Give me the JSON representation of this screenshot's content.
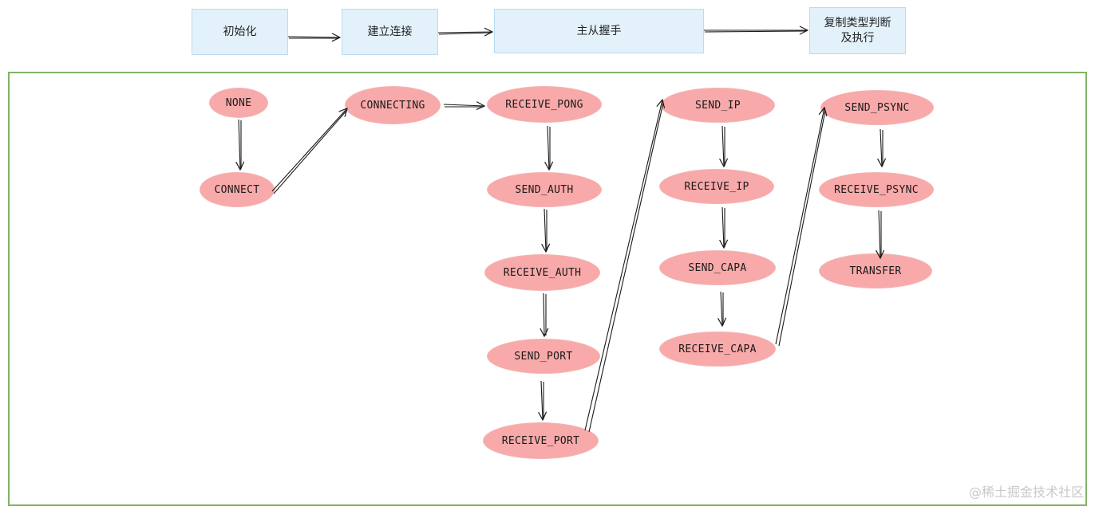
{
  "phases": [
    {
      "label": "初始化"
    },
    {
      "label": "建立连接"
    },
    {
      "label": "主从握手"
    },
    {
      "label": "复制类型判断\n及执行"
    }
  ],
  "states": {
    "none": "NONE",
    "connect": "CONNECT",
    "connecting": "CONNECTING",
    "receive_pong": "RECEIVE_PONG",
    "send_auth": "SEND_AUTH",
    "receive_auth": "RECEIVE_AUTH",
    "send_port": "SEND_PORT",
    "receive_port": "RECEIVE_PORT",
    "send_ip": "SEND_IP",
    "receive_ip": "RECEIVE_IP",
    "send_capa": "SEND_CAPA",
    "receive_capa": "RECEIVE_CAPA",
    "send_psync": "SEND_PSYNC",
    "receive_psync": "RECEIVE_PSYNC",
    "transfer": "TRANSFER"
  },
  "transitions": [
    [
      "初始化",
      "建立连接"
    ],
    [
      "建立连接",
      "主从握手"
    ],
    [
      "主从握手",
      "复制类型判断及执行"
    ],
    [
      "NONE",
      "CONNECT"
    ],
    [
      "CONNECT",
      "CONNECTING"
    ],
    [
      "CONNECTING",
      "RECEIVE_PONG"
    ],
    [
      "RECEIVE_PONG",
      "SEND_AUTH"
    ],
    [
      "SEND_AUTH",
      "RECEIVE_AUTH"
    ],
    [
      "RECEIVE_AUTH",
      "SEND_PORT"
    ],
    [
      "SEND_PORT",
      "RECEIVE_PORT"
    ],
    [
      "RECEIVE_PORT",
      "SEND_IP"
    ],
    [
      "SEND_IP",
      "RECEIVE_IP"
    ],
    [
      "RECEIVE_IP",
      "SEND_CAPA"
    ],
    [
      "SEND_CAPA",
      "RECEIVE_CAPA"
    ],
    [
      "RECEIVE_CAPA",
      "SEND_PSYNC"
    ],
    [
      "SEND_PSYNC",
      "RECEIVE_PSYNC"
    ],
    [
      "RECEIVE_PSYNC",
      "TRANSFER"
    ]
  ],
  "colors": {
    "phase_fill": "#e3f1fb",
    "state_fill": "#f8a9a9",
    "container_border": "#82b366",
    "arrow": "#1a1a1a"
  },
  "watermark": "@稀土掘金技术社区"
}
